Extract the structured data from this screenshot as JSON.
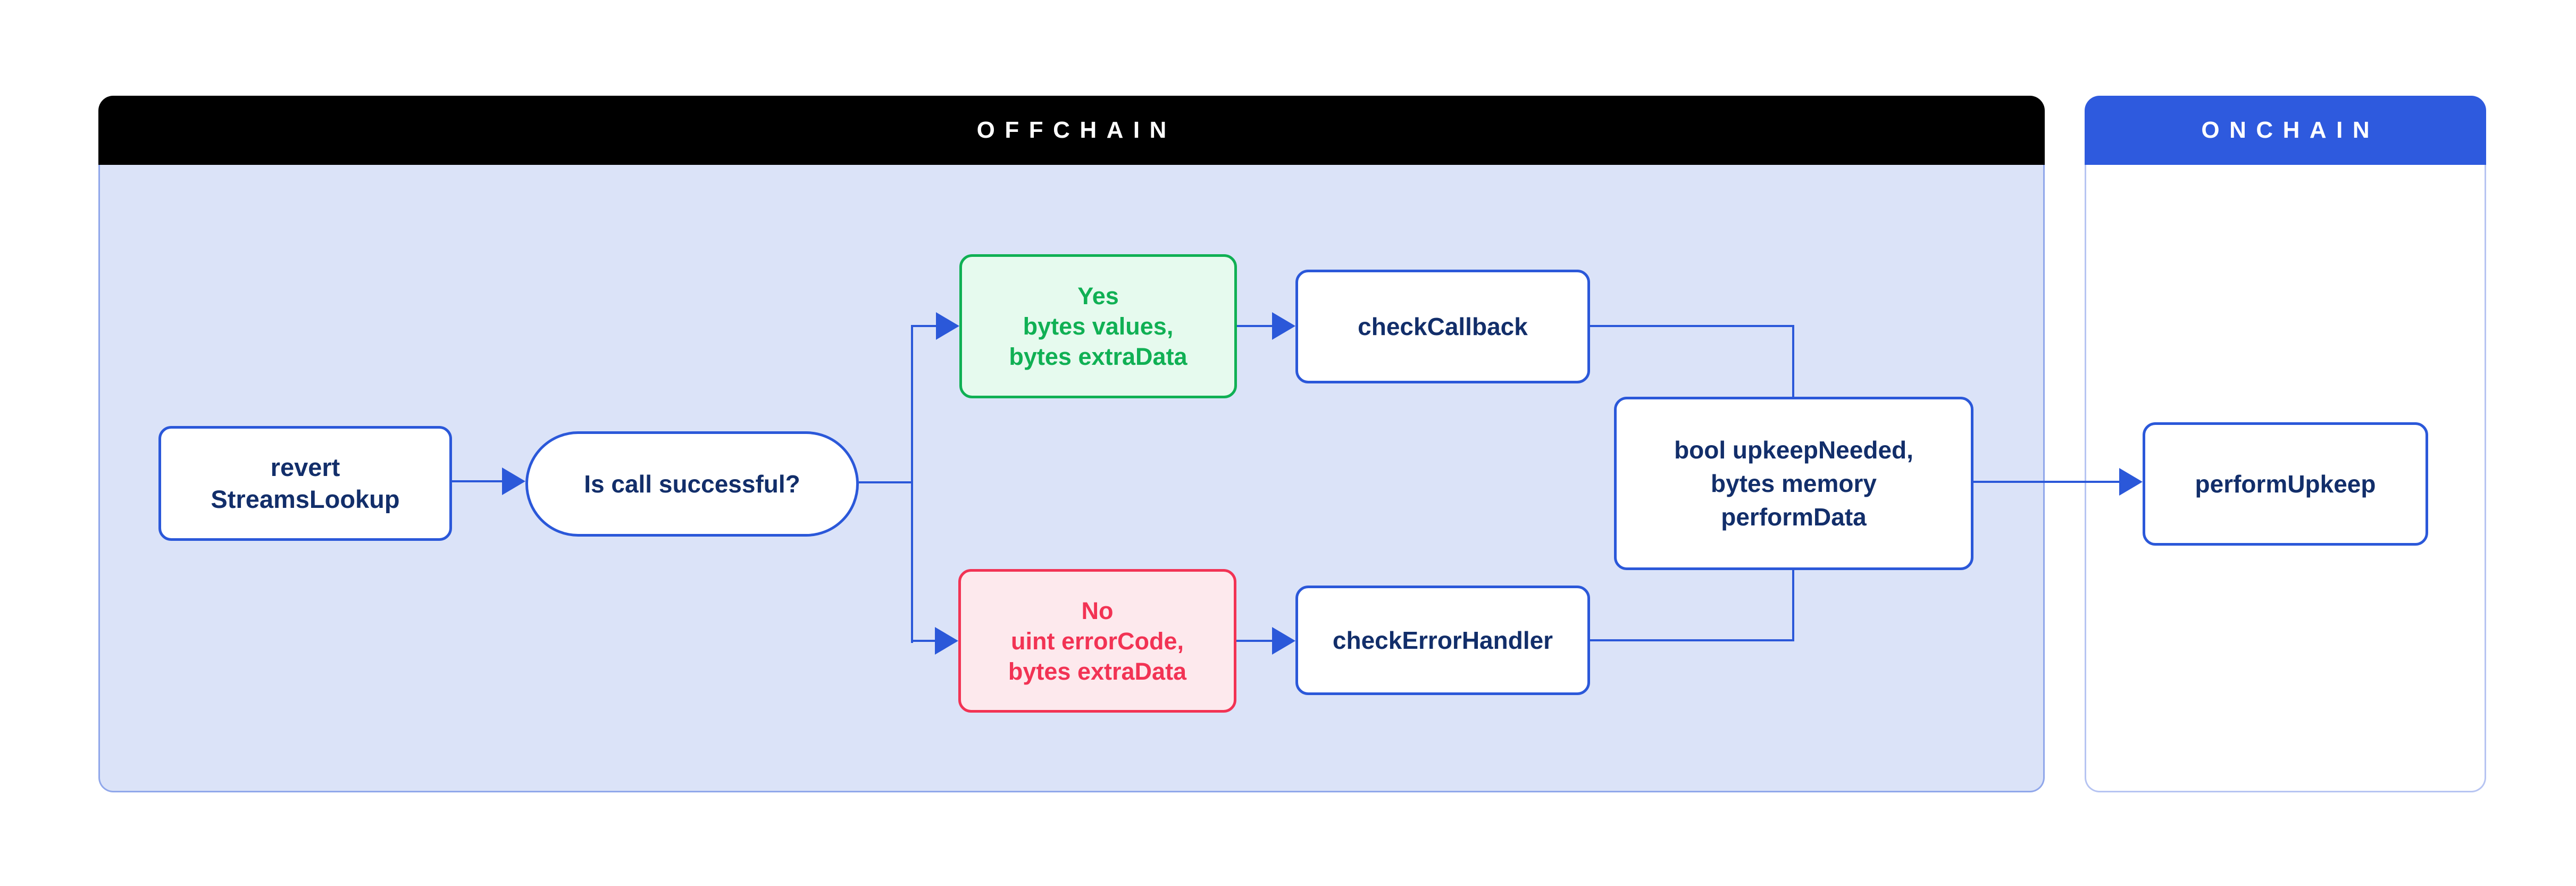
{
  "offchain": {
    "header": "OFFCHAIN"
  },
  "onchain": {
    "header": "ONCHAIN"
  },
  "nodes": {
    "revert_streams_lookup": {
      "lines": [
        "revert",
        "StreamsLookup"
      ]
    },
    "is_call_successful": {
      "lines": [
        "Is call successful?"
      ]
    },
    "yes_branch": {
      "lines": [
        "Yes",
        "bytes values,",
        "bytes extraData"
      ]
    },
    "check_callback": {
      "lines": [
        "checkCallback"
      ]
    },
    "no_branch": {
      "lines": [
        "No",
        "uint errorCode,",
        "bytes extraData"
      ]
    },
    "check_error_handler": {
      "lines": [
        "checkErrorHandler"
      ]
    },
    "upkeep_needed": {
      "lines": [
        "bool upkeepNeeded,",
        "bytes memory",
        "performData"
      ]
    },
    "perform_upkeep": {
      "lines": [
        "performUpkeep"
      ]
    }
  },
  "colors": {
    "accent_blue": "#2b58d9",
    "header_blue": "#2e5ade",
    "navy_text": "#122e6a",
    "green": "#10b054",
    "green_bg": "#e6faee",
    "red": "#f23354",
    "red_bg": "#fde9ed",
    "offchain_bg": "#dbe3f8",
    "offchain_border": "#90a7ea",
    "onchain_border": "#b6c4f2",
    "offchain_header_bg": "#000000",
    "header_text": "#ffffff",
    "page_bg": "#ffffff"
  }
}
